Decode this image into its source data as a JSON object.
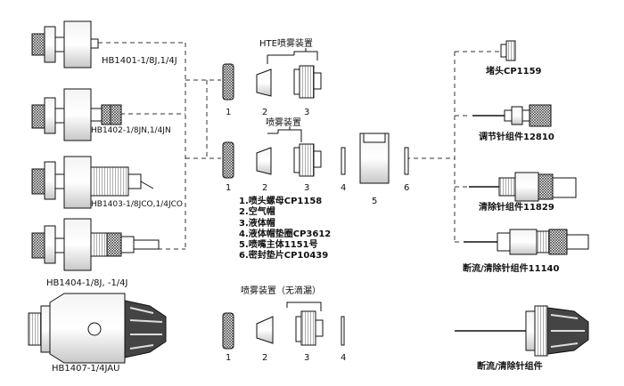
{
  "guns": [
    {
      "label": "HB1401-1/8J,1/4J"
    },
    {
      "label": "HB1402-1/8JN,1/4JN"
    },
    {
      "label": "HB1403-1/8JCO,1/4JCO"
    },
    {
      "label": "HB1404-1/8J, -1/4J"
    },
    {
      "label": "HB1407-1/4JAU"
    }
  ],
  "groups": {
    "hte": "HTE喷雾装置",
    "spray": "喷雾装置",
    "nodrip": "喷雾装置（无滴漏）"
  },
  "part_numbers": {
    "hte": [
      "1",
      "2",
      "3"
    ],
    "spray": [
      "1",
      "2",
      "3",
      "4",
      "5",
      "6"
    ],
    "nodrip": [
      "1",
      "2",
      "3",
      "4"
    ]
  },
  "legend": [
    "1.喷头螺母CP1158",
    "2.空气帽",
    "3.液体帽",
    "4.液体帽垫圈CP3612",
    "5.喷嘴主体1151号",
    "6.密封垫片CP10439"
  ],
  "accessories": [
    {
      "label": "堵头CP1159"
    },
    {
      "label": "调节针组件12810"
    },
    {
      "label": "清除针组件11829"
    },
    {
      "label": "断流/清除针组件11140"
    },
    {
      "label": "断流/清除针组件"
    }
  ]
}
